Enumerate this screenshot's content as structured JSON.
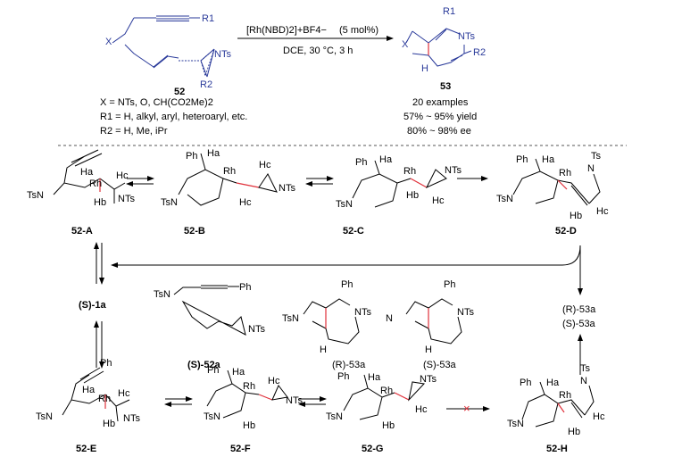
{
  "top": {
    "substrate": {
      "label": "52",
      "x_group": "X",
      "r1": "R1",
      "r2": "R2",
      "nts": "NTs"
    },
    "conditions": {
      "catalyst": "[Rh(NBD)2]+BF4−",
      "loading": "(5 mol%)",
      "solvent_temp_time": "DCE, 30 °C, 3 h"
    },
    "product": {
      "label": "53",
      "x_group": "X",
      "r1": "R1",
      "r2": "R2",
      "nts": "NTs",
      "h": "H"
    },
    "scope_notes": [
      "X = NTs, O, CH(CO2Me)2",
      "R1 = H, alkyl, aryl, heteroaryl, etc.",
      "R2 = H, Me, iPr"
    ],
    "results": [
      "20 examples",
      "57% ~ 95% yield",
      "80% ~ 98% ee"
    ]
  },
  "mechanism": {
    "intermediates": [
      "52-A",
      "52-B",
      "52-C",
      "52-D",
      "52-E",
      "52-F",
      "52-G",
      "52-H"
    ],
    "center": {
      "s1a": "(S)-1a",
      "s52a": "(S)-52a",
      "r53a": "(R)-53a",
      "s53a": "(S)-53a"
    },
    "products_right": [
      "(R)-53a",
      "(S)-53a"
    ],
    "atoms": {
      "ha": "Ha",
      "hb": "Hb",
      "hc": "Hc",
      "rh": "Rh",
      "nts": "NTs",
      "tsn": "TsN",
      "ts": "Ts",
      "n": "N",
      "ph": "Ph",
      "h": "H"
    },
    "blocked_step_mark": "×"
  },
  "colors": {
    "bond": "#000000",
    "generic": "#2a3a9a",
    "new_bond": "#e0303a"
  }
}
